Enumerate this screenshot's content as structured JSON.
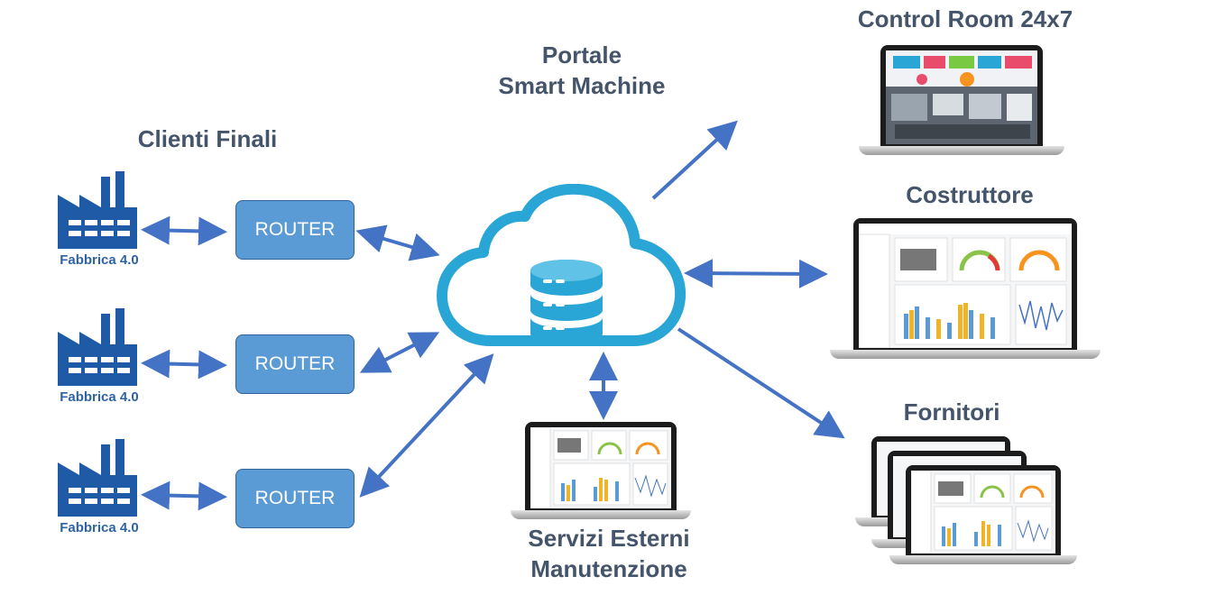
{
  "titles": {
    "clienti": "Clienti Finali",
    "portale_line1": "Portale",
    "portale_line2": "Smart Machine",
    "control_room": "Control Room 24x7",
    "costruttore": "Costruttore",
    "fornitori": "Fornitori",
    "servizi_line1": "Servizi Esterni",
    "servizi_line2": "Manutenzione"
  },
  "factories": [
    {
      "label": "Fabbrica 4.0"
    },
    {
      "label": "Fabbrica 4.0"
    },
    {
      "label": "Fabbrica 4.0"
    }
  ],
  "routers": [
    {
      "label": "ROUTER"
    },
    {
      "label": "ROUTER"
    },
    {
      "label": "ROUTER"
    }
  ],
  "colors": {
    "arrow": "#4472c4",
    "router_fill": "#5b9bd5",
    "factory": "#1f5aa6",
    "cloud": "#2aa6d6",
    "title": "#44546a"
  },
  "icons": [
    "factory-icon",
    "cloud-icon",
    "database-icon",
    "laptop-icon"
  ]
}
